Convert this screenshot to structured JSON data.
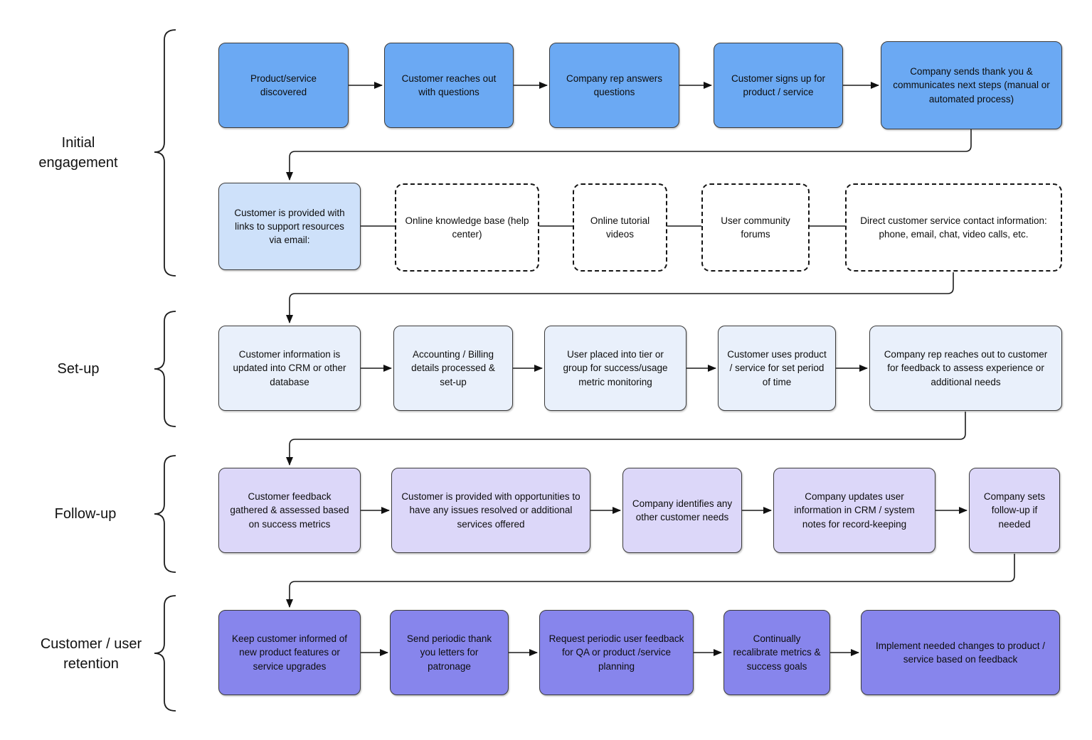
{
  "phases": [
    {
      "label": "Initial engagement"
    },
    {
      "label": "Set-up"
    },
    {
      "label": "Follow-up"
    },
    {
      "label": "Customer / user retention"
    }
  ],
  "nodes": {
    "r1": [
      "Product/service discovered",
      "Customer reaches out with questions",
      "Company rep answers questions",
      "Customer signs up for product / service",
      "Company sends thank you & communicates next steps (manual or automated process)"
    ],
    "r2": [
      "Customer is provided with links to support resources via email:",
      "Online knowledge base (help center)",
      "Online tutorial videos",
      "User community forums",
      "Direct customer service contact information: phone, email, chat, video calls, etc."
    ],
    "r3": [
      "Customer information is updated into CRM or other database",
      "Accounting / Billing details processed & set-up",
      "User placed into tier or group for success/usage metric monitoring",
      "Customer uses product / service for set period of time",
      "Company rep reaches out to customer for feedback to assess experience or additional needs"
    ],
    "r4": [
      "Customer feedback gathered & assessed based on success metrics",
      "Customer is provided with opportunities to have any issues resolved or additional services offered",
      "Company identifies any other customer needs",
      "Company updates user information in CRM / system notes for record-keeping",
      "Company sets follow-up if needed"
    ],
    "r5": [
      "Keep customer informed of new product features or service upgrades",
      "Send periodic thank you letters for patronage",
      "Request periodic user feedback for QA or product /service planning",
      "Continually recalibrate metrics & success goals",
      "Implement needed changes to product / service based on feedback"
    ]
  },
  "colors": {
    "engagement_primary": "#6BA9F3",
    "engagement_light": "#CEE1FA",
    "setup": "#E9F0FB",
    "followup": "#DCD7F9",
    "retention": "#8785EC",
    "stroke": "#1c1c1c"
  }
}
